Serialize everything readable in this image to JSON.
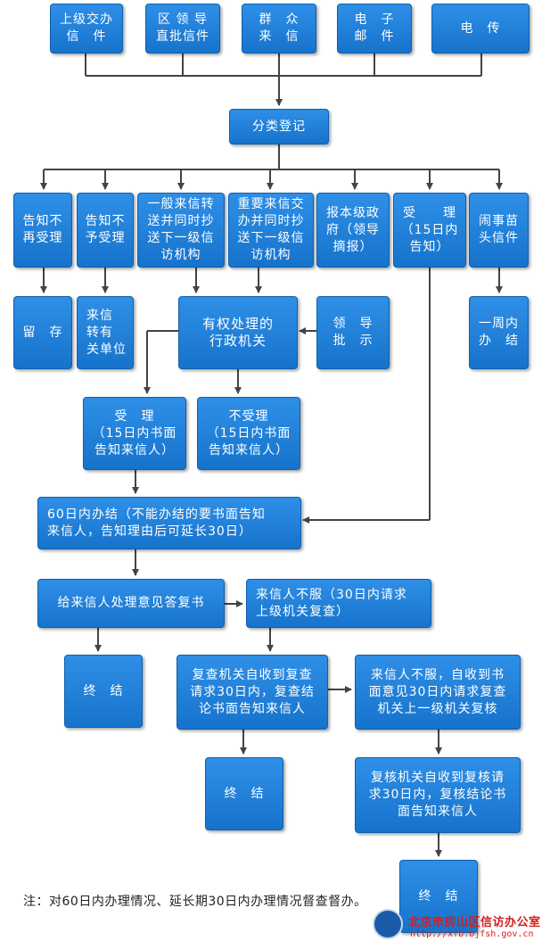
{
  "nodes": {
    "src1": "上级交办\n信　件",
    "src2": "区 领 导\n直批信件",
    "src3": "群　众\n来　信",
    "src4": "电　子\n邮　件",
    "src5": "电　传",
    "register": "分类登记",
    "b1": "告知不\n再受理",
    "b2": "告知不\n予受理",
    "b3": "一般来信转\n送并同时抄\n送下一级信\n访机构",
    "b4": "重要来信交\n办并同时抄\n送下一级信\n访机构",
    "b5": "报本级政\n府（领导\n摘报）",
    "b6": "受　　理\n（15日内\n告知）",
    "b7": "闹事苗\n头信件",
    "keep": "留　存",
    "transfer": "来信\n转有\n关单位",
    "authority": "有权处理的\n行政机关",
    "leader": "领　导\n批　示",
    "week": "一周内\n办　结",
    "accept": "受　理\n（15日内书面\n告知来信人）",
    "reject": "不受理\n（15日内书面\n告知来信人）",
    "sixty": "60日内办结（不能办结的要书面告知\n来信人，告知理由后可延长30日）",
    "reply": "给来信人处理意见答复书",
    "appeal": "来信人不服（30日内请求\n上级机关复查）",
    "end1": "终　结",
    "review": "复查机关自收到复查\n请求30日内，复查结\n论书面告知来信人",
    "appeal2": "来信人不服，自收到书\n面意见30日内请求复查\n机关上一级机关复核",
    "end2": "终　结",
    "recheck": "复核机关自收到复核请\n求30日内，复核结论书\n面告知来信人",
    "end3": "终　结"
  },
  "note": "注：对60日内办理情况、延长期30日内办理情况督查督办。",
  "footer": {
    "org_name": "北京市房山区信访办公室",
    "url": "http://xfb.bjfsh.gov.cn"
  },
  "colors": {
    "box_fill": "#1f7fd8",
    "connector": "#444444",
    "footer_text": "#d21f1f"
  }
}
